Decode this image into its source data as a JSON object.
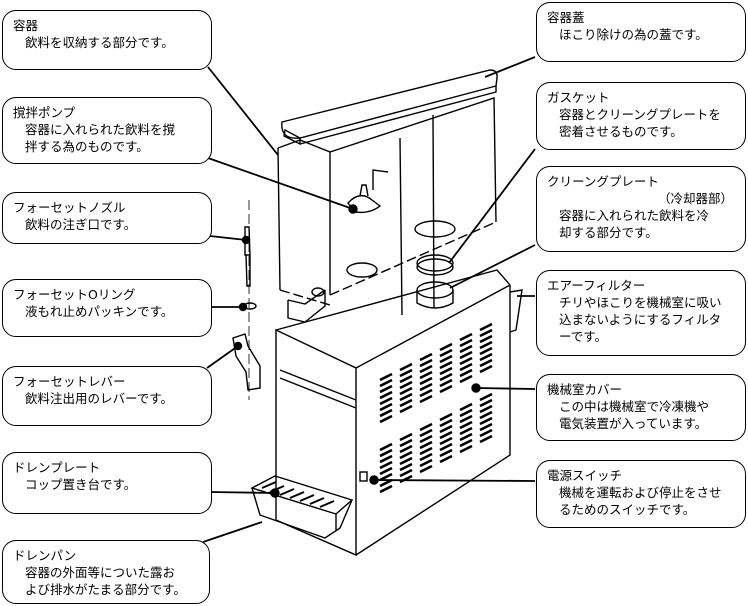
{
  "diagram": {
    "subject": "Beverage dispenser parts diagram",
    "callouts": [
      {
        "id": "container",
        "title": "容器",
        "desc": "飲料を収納する部分です。"
      },
      {
        "id": "stirring-pump",
        "title": "撹拌ポンプ",
        "desc": "容器に入れられた飲料を撹\n拌する為のものです。"
      },
      {
        "id": "faucet-nozzle",
        "title": "フォーセットノズル",
        "desc": "飲料の注ぎ口です。"
      },
      {
        "id": "faucet-o-ring",
        "title": "フォーセットOリング",
        "desc": "液もれ止めパッキンです。"
      },
      {
        "id": "faucet-lever",
        "title": "フォーセットレバー",
        "desc": "飲料注出用のレバーです。"
      },
      {
        "id": "drain-plate",
        "title": "ドレンプレート",
        "desc": "コップ置き台です。"
      },
      {
        "id": "drain-pan",
        "title": "ドレンパン",
        "desc": "容器の外面等についた露お\nよび排水がたまる部分です。"
      },
      {
        "id": "container-lid",
        "title": "容器蓋",
        "desc": "ほこり除けの為の蓋です。"
      },
      {
        "id": "gasket",
        "title": "ガスケット",
        "desc": "容器とクリーングプレートを\n密着させるものです。"
      },
      {
        "id": "cooling-plate",
        "title": "クリーングプレート",
        "subtitle": "（冷却器部）",
        "desc": "容器に入れられた飲料を冷\n却する部分です。"
      },
      {
        "id": "air-filter",
        "title": "エアーフィルター",
        "desc": "チリやほこりを機械室に吸い\n込まないようにするフィルタ\nーです。"
      },
      {
        "id": "machine-cover",
        "title": "機械室カバー",
        "desc": "この中は機械室で冷凍機や\n電気装置が入っています。"
      },
      {
        "id": "power-switch",
        "title": "電源スイッチ",
        "desc": "機械を運転および停止をさせ\nるためのスイッチです。"
      }
    ]
  }
}
